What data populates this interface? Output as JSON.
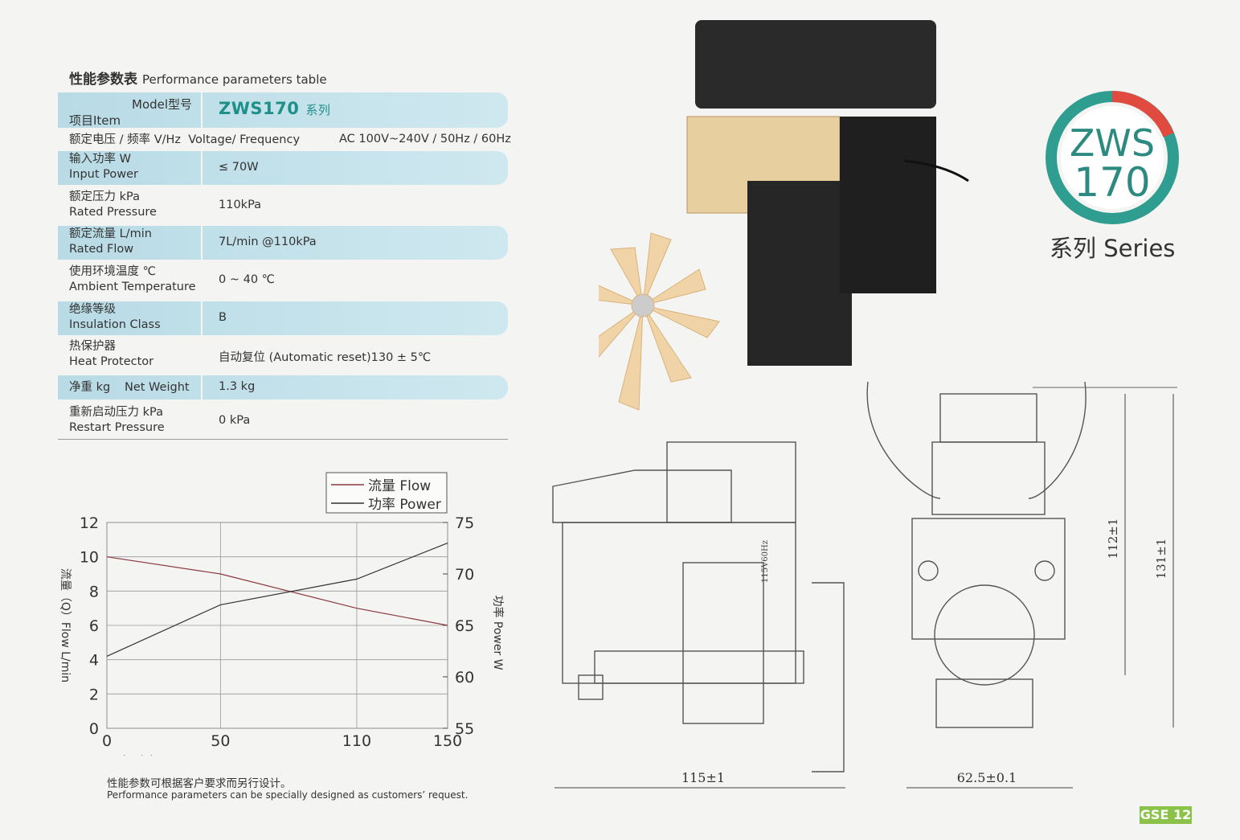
{
  "section_title": {
    "cn": "性能参数表",
    "en": "Performance parameters table"
  },
  "table": {
    "model_label": "Model型号",
    "item_label": "项目Item",
    "model_value": "ZWS170",
    "model_suffix": "系列",
    "voltage": {
      "label": "额定电压 / 频率 V/Hz  Voltage/ Frequency",
      "value": "AC 100V~240V / 50Hz / 60Hz"
    },
    "rows": [
      {
        "label_cn": "输入功率 W",
        "label_en": "Input Power",
        "value": "≤ 70W",
        "shaded": true
      },
      {
        "label_cn": "额定压力  kPa",
        "label_en": "Rated Pressure",
        "value": "110kPa",
        "shaded": false
      },
      {
        "label_cn": "额定流量 L/min",
        "label_en": "Rated Flow",
        "value": "7L/min @110kPa",
        "shaded": true
      },
      {
        "label_cn": "使用环境温度  ℃",
        "label_en": "Ambient Temperature",
        "value": "0 ~ 40 ℃",
        "shaded": false
      },
      {
        "label_cn": "绝缘等级",
        "label_en": "Insulation Class",
        "value": "B",
        "shaded": true
      },
      {
        "label_cn": "热保护器",
        "label_en": "Heat Protector",
        "value": "自动复位 (Automatic reset)130 ± 5℃",
        "shaded": false
      }
    ],
    "weight": {
      "label_cn": "净重 kg",
      "label_en": "Net Weight",
      "value": "1.3 kg"
    },
    "restart": {
      "label_cn": "重新启动压力 kPa",
      "label_en": "Restart Pressure",
      "value": "0 kPa"
    }
  },
  "chart_data": {
    "type": "line",
    "x": [
      0,
      50,
      110,
      150
    ],
    "xticks": [
      0,
      50,
      110,
      150
    ],
    "xlim": [
      0,
      150
    ],
    "xlabel": "压力（P）Pressure kPa",
    "ylabel": "流量（Q）Flow L/min",
    "ylim": [
      0,
      12
    ],
    "yticks": [
      0,
      2,
      4,
      6,
      8,
      10,
      12
    ],
    "ylabel_right": "功率 Power W",
    "ylim_right": [
      55,
      75
    ],
    "yticks_right": [
      55,
      60,
      65,
      70,
      75
    ],
    "grid": true,
    "legend_position": "top-right",
    "series": [
      {
        "name": "流量 Flow",
        "axis": "left",
        "color": "#8a3a3f",
        "values": [
          10.0,
          9.0,
          7.0,
          6.0
        ]
      },
      {
        "name": "功率 Power",
        "axis": "right",
        "color": "#333333",
        "values": [
          62.0,
          67.0,
          69.5,
          73.0
        ]
      }
    ]
  },
  "notes": {
    "cn": "性能参数可根据客户要求而另行设计。",
    "en": "Performance parameters can be specially designed as customers’ request."
  },
  "badge": {
    "line1": "ZWS",
    "line2": "170",
    "series": "系列 Series"
  },
  "drawings": {
    "side_dim": "115±1",
    "front_width": "62.5±0.1",
    "height1": "112±1",
    "height2": "131±1",
    "label_plate": "115V60Hz"
  },
  "page_number": "GSE 12"
}
